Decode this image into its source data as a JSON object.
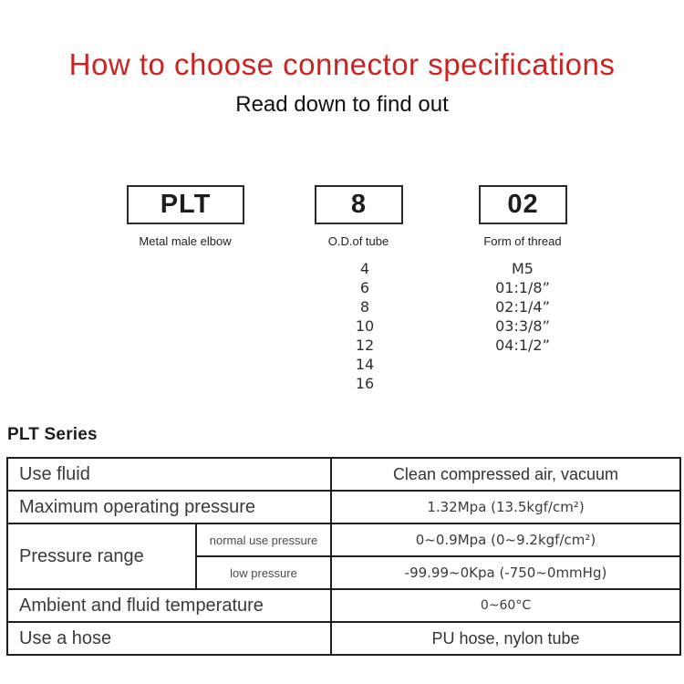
{
  "page": {
    "title": "How to choose connector specifications",
    "subtitle": "Read down to find out"
  },
  "selector": {
    "columns": [
      {
        "code": "PLT",
        "label": "Metal male elbow"
      },
      {
        "code": "8",
        "label": "O.D.of tube"
      },
      {
        "code": "02",
        "label": "Form of thread"
      }
    ],
    "tube_sizes": [
      "4",
      "6",
      "8",
      "10",
      "12",
      "14",
      "16"
    ],
    "thread_forms": [
      "M5",
      "01:1/8”",
      "02:1/4”",
      "03:3/8”",
      "04:1/2”"
    ]
  },
  "series": {
    "heading": "PLT Series",
    "table": {
      "use_fluid": {
        "label": "Use fluid",
        "value": "Clean compressed air, vacuum"
      },
      "max_pressure": {
        "label": "Maximum operating pressure",
        "value": "1.32Mpa (13.5kgf/cm²)"
      },
      "pressure_range": {
        "label": "Pressure range",
        "normal": {
          "label": "normal use pressure",
          "value": "0~0.9Mpa (0~9.2kgf/cm²)"
        },
        "low": {
          "label": "low pressure",
          "value": "-99.99~0Kpa (-750~0mmHg)"
        }
      },
      "temperature": {
        "label": "Ambient and fluid temperature",
        "value": "0~60°C"
      },
      "hose": {
        "label": "Use a hose",
        "value": "PU hose, nylon tube"
      }
    }
  },
  "colors": {
    "title_red": "#cb2420",
    "row_beige": "#f5edda",
    "table_border": "#1f1f1f",
    "box_border": "#2a2a2a",
    "text_dark": "#3a3a3a"
  }
}
